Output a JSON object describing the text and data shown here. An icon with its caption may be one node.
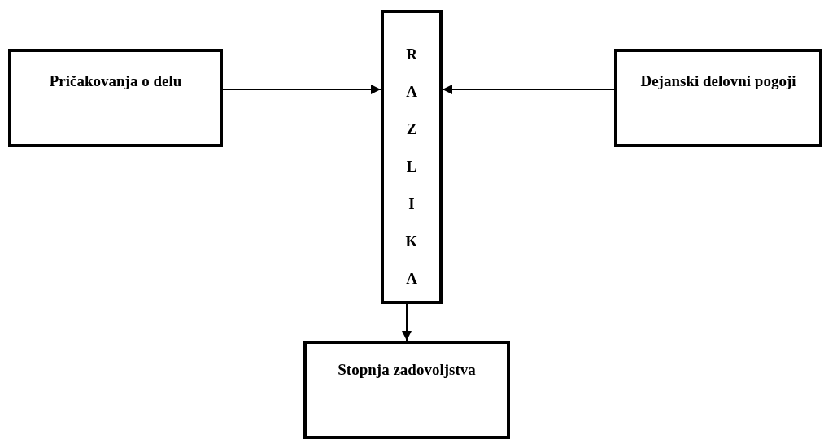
{
  "diagram": {
    "nodes": [
      {
        "text": [
          "Pričakovanja o delu"
        ]
      },
      {
        "text": [
          "RAZLIKA"
        ]
      },
      {
        "text": [
          "Dejanski delovni pogoji"
        ]
      },
      {
        "text": [
          "Stopnja zadovoljstva"
        ]
      }
    ],
    "edges": [
      {
        "from": 0,
        "to": 1,
        "arrow": "to"
      },
      {
        "from": 2,
        "to": 1,
        "arrow": "to"
      },
      {
        "from": 1,
        "to": 3,
        "arrow": "to"
      }
    ]
  }
}
